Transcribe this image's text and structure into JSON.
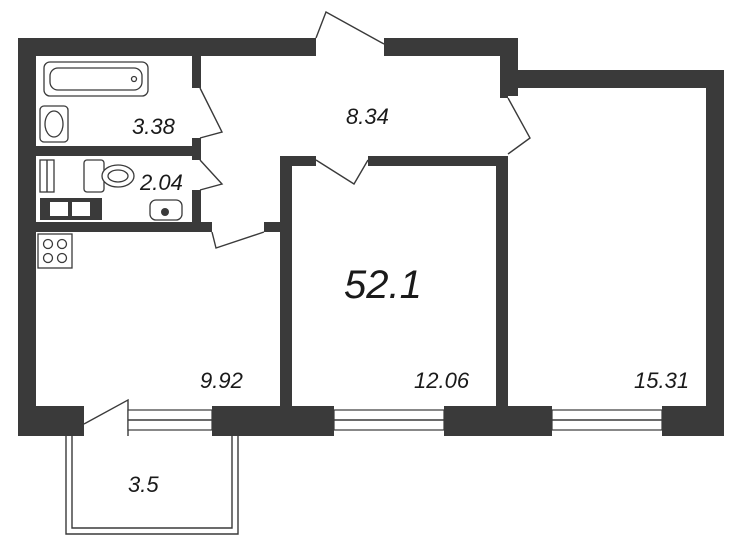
{
  "plan": {
    "total_area": "52.1",
    "rooms": {
      "bathroom": "3.38",
      "hall": "8.34",
      "toilet": "2.04",
      "kitchen": "9.92",
      "room_middle": "12.06",
      "room_right": "15.31",
      "balcony": "3.5"
    },
    "colors": {
      "wall": "#3a3a3a",
      "background": "#ffffff"
    }
  }
}
